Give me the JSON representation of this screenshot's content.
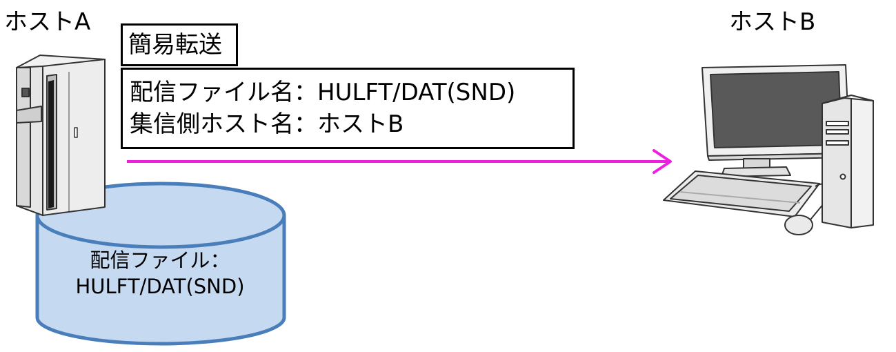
{
  "host_a": {
    "label": "ホストA"
  },
  "host_b": {
    "label": "ホストB"
  },
  "transfer": {
    "title": "簡易転送",
    "lines": [
      "配信ファイル名：HULFT/DAT(SND)",
      "集信側ホスト名：ホストB"
    ]
  },
  "storage": {
    "lines": [
      "配信ファイル：",
      "HULFT/DAT(SND)"
    ]
  },
  "colors": {
    "arrow": "#ee1fe0",
    "cylinder_fill": "#c5d9f1",
    "cylinder_stroke": "#4a7ebb"
  },
  "icons": [
    "server-icon",
    "database-cylinder-icon",
    "desktop-computer-icon"
  ]
}
